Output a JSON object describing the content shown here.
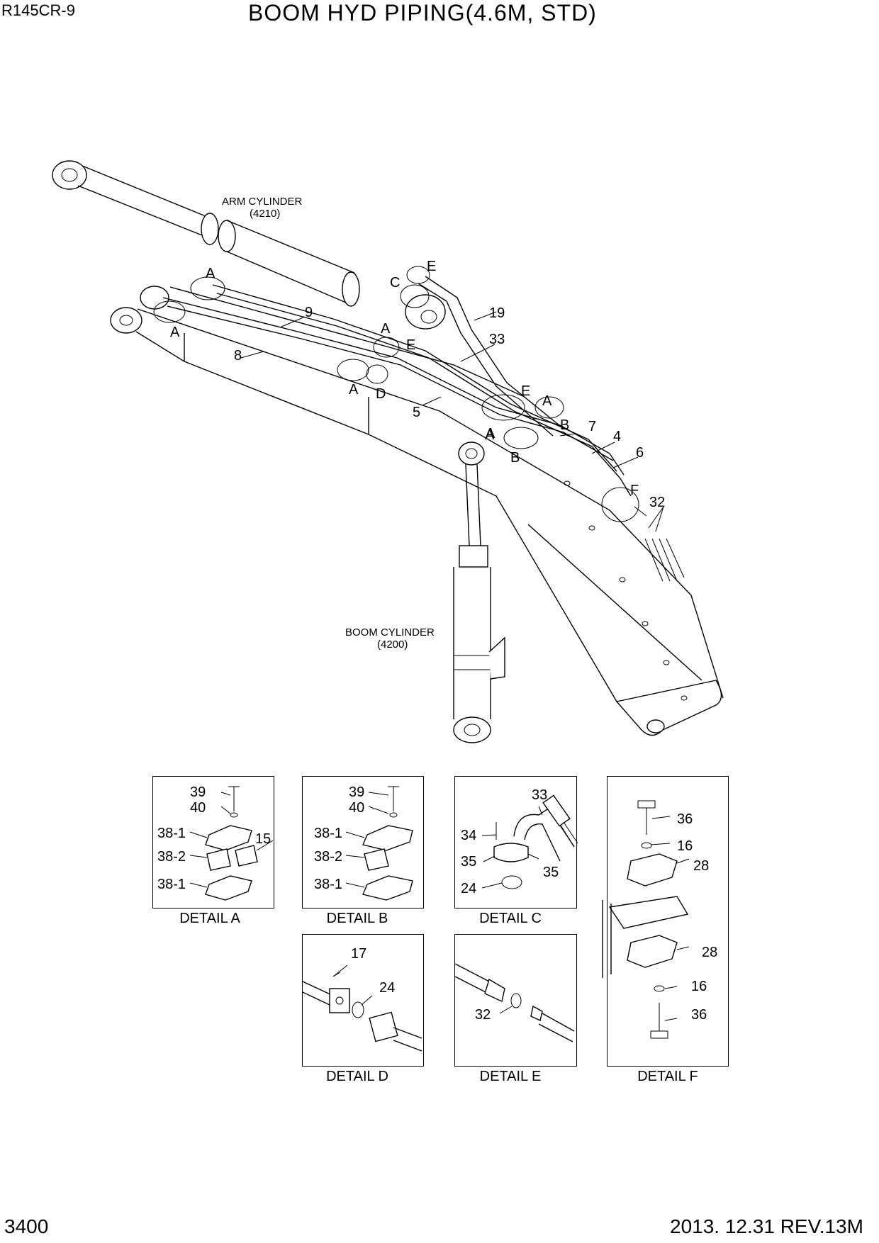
{
  "header": {
    "model": "R145CR-9",
    "title": "BOOM HYD PIPING(4.6M, STD)"
  },
  "footer": {
    "page": "3400",
    "revision": "2013. 12.31  REV.13M"
  },
  "main_drawing": {
    "arm_cylinder": {
      "name": "ARM CYLINDER",
      "ref": "(4210)"
    },
    "boom_cylinder": {
      "name": "BOOM CYLINDER",
      "ref": "(4200)"
    },
    "callouts": [
      "A",
      "A",
      "9",
      "8",
      "A",
      "A",
      "E",
      "C",
      "E",
      "19",
      "33",
      "D",
      "A",
      "5",
      "E",
      "A",
      "B",
      "7",
      "4",
      "6",
      "F",
      "32",
      "A",
      "B"
    ]
  },
  "details": {
    "a": {
      "caption": "DETAIL A",
      "labels": [
        "39",
        "40",
        "38-1",
        "15",
        "38-2",
        "38-1"
      ]
    },
    "b": {
      "caption": "DETAIL B",
      "labels": [
        "39",
        "40",
        "38-1",
        "38-2",
        "38-1"
      ]
    },
    "c": {
      "caption": "DETAIL C",
      "labels": [
        "33",
        "34",
        "35",
        "35",
        "24"
      ]
    },
    "d": {
      "caption": "DETAIL D",
      "labels": [
        "17",
        "24"
      ]
    },
    "e": {
      "caption": "DETAIL E",
      "labels": [
        "32"
      ]
    },
    "f": {
      "caption": "DETAIL F",
      "labels": [
        "36",
        "16",
        "28",
        "28",
        "16",
        "36"
      ]
    }
  }
}
